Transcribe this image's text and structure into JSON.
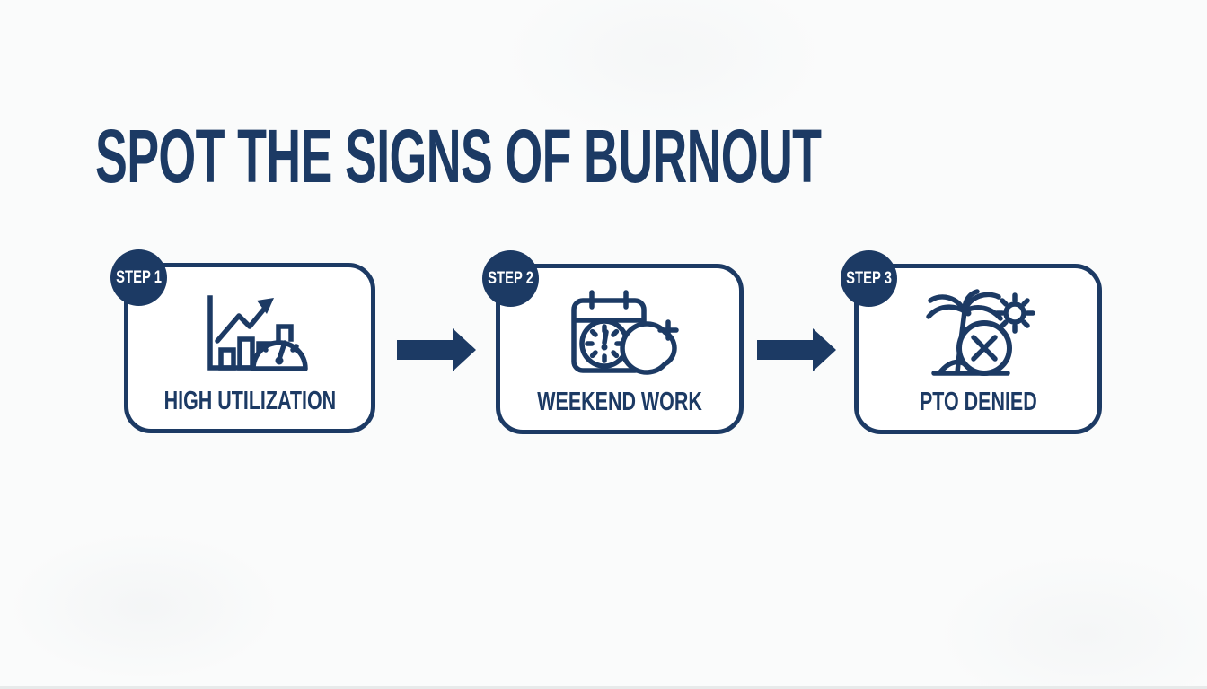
{
  "title": "SPOT THE SIGNS OF BURNOUT",
  "colors": {
    "navy": "#1c3a64",
    "background": "#fafbfb",
    "card_background": "#ffffff",
    "badge_text": "#ffffff"
  },
  "steps": [
    {
      "badge": "STEP 1",
      "label": "HIGH UTILIZATION",
      "icon": "utilization-chart-gauge-icon"
    },
    {
      "badge": "STEP 2",
      "label": "WEEKEND WORK",
      "icon": "calendar-clock-moon-icon"
    },
    {
      "badge": "STEP 3",
      "label": "PTO DENIED",
      "icon": "vacation-denied-icon"
    }
  ],
  "connectors": [
    {
      "icon": "arrow-right-icon"
    },
    {
      "icon": "arrow-right-icon"
    }
  ]
}
